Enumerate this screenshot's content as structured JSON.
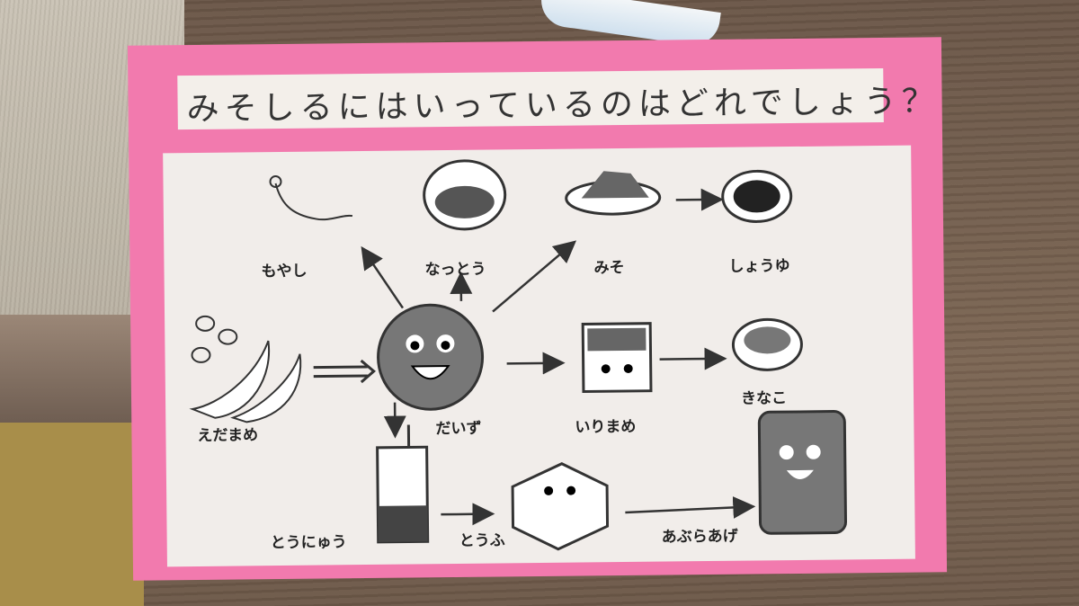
{
  "title": "みそしるにはいっているのはどれでしょう？",
  "labels": {
    "moyashi": "もやし",
    "nattou": "なっとう",
    "miso": "みそ",
    "shouyu": "しょうゆ",
    "edamame": "えだまめ",
    "daizu": "だいず",
    "irimame": "いりまめ",
    "kinako": "きなこ",
    "tounyuu": "とうにゅう",
    "toufu": "とうふ",
    "aburaage": "あぶらあげ"
  },
  "colors": {
    "poster": "#f27aae",
    "sheet": "#f1edea",
    "ink": "#222222"
  }
}
